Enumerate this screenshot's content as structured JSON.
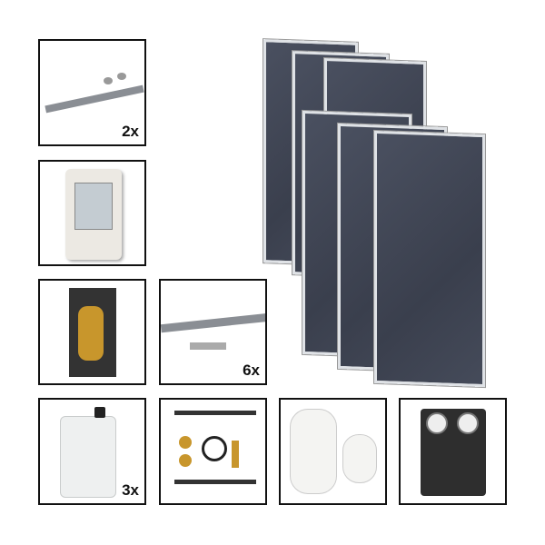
{
  "items": [
    {
      "name": "mounting-rail-connectors",
      "quantity": "2x"
    },
    {
      "name": "solar-controller",
      "quantity": ""
    },
    {
      "name": "air-separator",
      "quantity": ""
    },
    {
      "name": "roof-mounting-rails",
      "quantity": "6x"
    },
    {
      "name": "antifreeze-canister",
      "quantity": "3x"
    },
    {
      "name": "pipe-fittings-set",
      "quantity": ""
    },
    {
      "name": "expansion-vessels",
      "quantity": ""
    },
    {
      "name": "pump-station",
      "quantity": ""
    }
  ],
  "collectors": {
    "count": 6,
    "color": "#40455a"
  }
}
